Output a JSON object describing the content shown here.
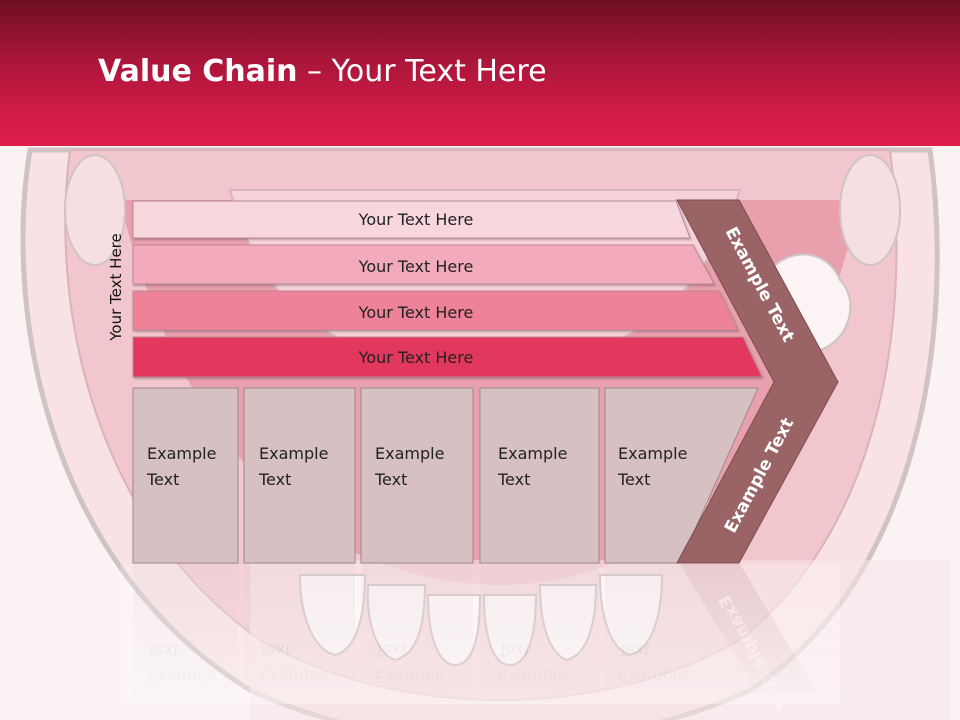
{
  "slide": {
    "title_bold": "Value Chain",
    "title_rest": " – Your Text Here",
    "vertical_label": "Your Text Here",
    "bars": [
      {
        "label": "Your Text Here"
      },
      {
        "label": "Your Text Here"
      },
      {
        "label": "Your Text Here"
      },
      {
        "label": "Your Text Here"
      }
    ],
    "cards": [
      {
        "line1": "Example",
        "line2": "Text"
      },
      {
        "line1": "Example",
        "line2": "Text"
      },
      {
        "line1": "Example",
        "line2": "Text"
      },
      {
        "line1": "Example",
        "line2": "Text"
      },
      {
        "line1": "Example",
        "line2": "Text"
      }
    ],
    "arrow_top_label": "Example Text",
    "arrow_bottom_label": "Example Text",
    "colors": {
      "header_dark": "#6e0f22",
      "header_light": "#dc1f4a",
      "bar_1": "#f8d6de",
      "bar_2": "#f3aabb",
      "bar_3": "#ee8298",
      "bar_4": "#e3375d",
      "card": "#d6c0c2",
      "arrow": "#9a6467"
    }
  }
}
